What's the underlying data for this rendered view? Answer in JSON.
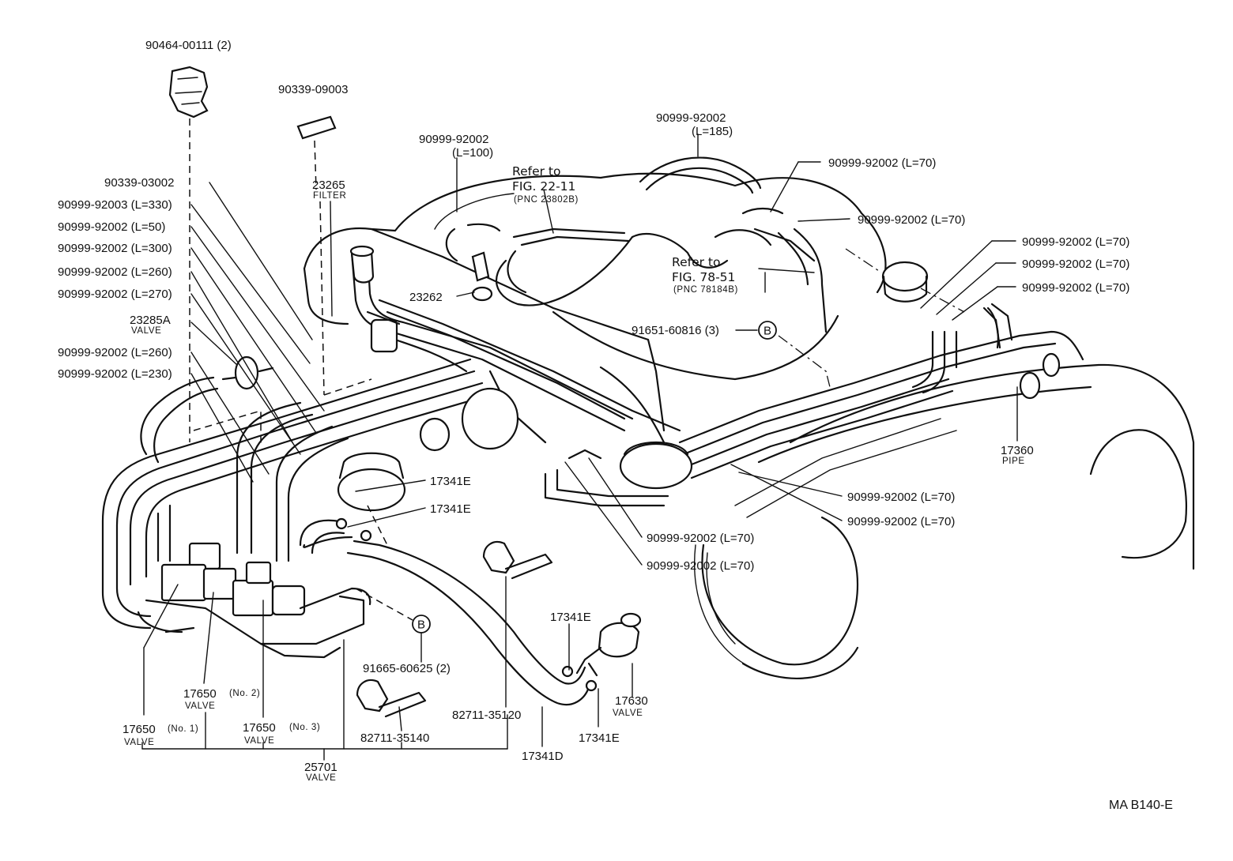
{
  "diagram_code": "MA B140-E",
  "labels": {
    "p_90464_00111": "90464-00111 (2)",
    "p_90339_09003": "90339-09003",
    "p_90339_03002": "90339-03002",
    "p_90999_92003_l330": "90999-92003 (L=330)",
    "p_90999_92002_l50": "90999-92002 (L=50)",
    "p_90999_92002_l300": "90999-92002 (L=300)",
    "p_90999_92002_l260_a": "90999-92002 (L=260)",
    "p_90999_92002_l270": "90999-92002 (L=270)",
    "p_23285a": "23285A",
    "p_23285a_sub": "VALVE",
    "p_90999_92002_l260_b": "90999-92002 (L=260)",
    "p_90999_92002_l230": "90999-92002 (L=230)",
    "p_23265": "23265",
    "p_23265_sub": "FILTER",
    "p_90999_92002_l100": "90999-92002",
    "p_90999_92002_l100_len": "(L=100)",
    "p_refer_22_11_a": "Refer to",
    "p_refer_22_11_b": "FIG. 22-11",
    "p_refer_22_11_c": "(PNC 23802B)",
    "p_23262": "23262",
    "p_90999_92002_l185": "90999-92002",
    "p_90999_92002_l185_len": "(L=185)",
    "p_l70_top1": "90999-92002 (L=70)",
    "p_l70_top2": "90999-92002 (L=70)",
    "p_refer_78_51_a": "Refer to",
    "p_refer_78_51_b": "FIG. 78-51",
    "p_refer_78_51_c": "(PNC 78184B)",
    "p_91651_60816": "91651-60816 (3)",
    "p_b_marker_top": "B",
    "p_l70_right1": "90999-92002 (L=70)",
    "p_l70_right2": "90999-92002 (L=70)",
    "p_l70_right3": "90999-92002 (L=70)",
    "p_17360": "17360",
    "p_17360_sub": "PIPE",
    "p_17341e_a": "17341E",
    "p_17341e_b": "17341E",
    "p_l70_mid1": "90999-92002 (L=70)",
    "p_l70_mid2": "90999-92002 (L=70)",
    "p_l70_mid3": "90999-92002 (L=70)",
    "p_l70_mid4": "90999-92002 (L=70)",
    "p_b_marker_bottom": "B",
    "p_91665_60625": "91665-60625 (2)",
    "p_17341e_c": "17341E",
    "p_17630": "17630",
    "p_17630_sub": "VALVE",
    "p_17341e_d": "17341E",
    "p_82711_35120": "82711-35120",
    "p_17341d": "17341D",
    "p_82711_35140": "82711-35140",
    "p_17650_no2": "17650",
    "p_17650_no2_sub": "(No. 2)",
    "p_17650_no2_valve": "VALVE",
    "p_17650_no1": "17650",
    "p_17650_no1_sub": "(No. 1)",
    "p_17650_no1_valve": "VALVE",
    "p_17650_no3": "17650",
    "p_17650_no3_sub": "(No. 3)",
    "p_17650_no3_valve": "VALVE",
    "p_25701": "25701",
    "p_25701_sub": "VALVE"
  }
}
